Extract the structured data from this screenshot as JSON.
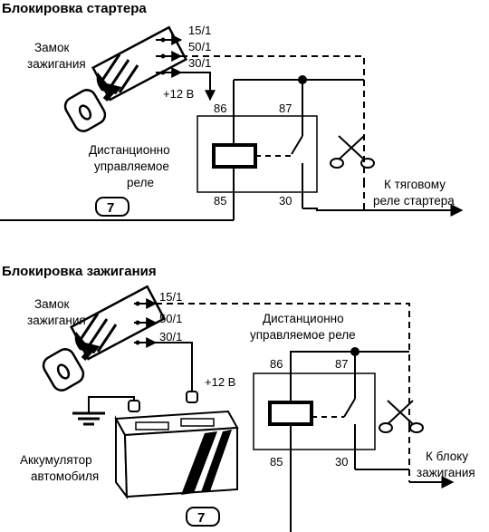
{
  "section1": {
    "title": "Блокировка стартера",
    "ignition_label": [
      "Замок",
      "зажигания"
    ],
    "terminals": [
      "15/1",
      "50/1",
      "30/1"
    ],
    "voltage": "+12 В",
    "relay_label": [
      "Дистанционно",
      "управляемое",
      "реле"
    ],
    "pins": {
      "p86": "86",
      "p87": "87",
      "p85": "85",
      "p30": "30"
    },
    "output_label": [
      "К тяговому",
      "реле стартера"
    ],
    "badge": "7"
  },
  "section2": {
    "title": "Блокировка зажигания",
    "ignition_label": [
      "Замок",
      "зажигания"
    ],
    "terminals": [
      "15/1",
      "50/1",
      "30/1"
    ],
    "voltage": "+12 В",
    "relay_label": [
      "Дистанционно",
      "управляемое реле"
    ],
    "pins": {
      "p86": "86",
      "p87": "87",
      "p85": "85",
      "p30": "30"
    },
    "battery_label": [
      "Аккумулятор",
      "автомобиля"
    ],
    "output_label": [
      "К блоку",
      "зажигания"
    ],
    "badge": "7"
  },
  "icons": {
    "ignition_key": "ignition-key-icon",
    "scissors": "scissors-icon",
    "battery": "battery-icon",
    "ground": "ground-icon"
  }
}
